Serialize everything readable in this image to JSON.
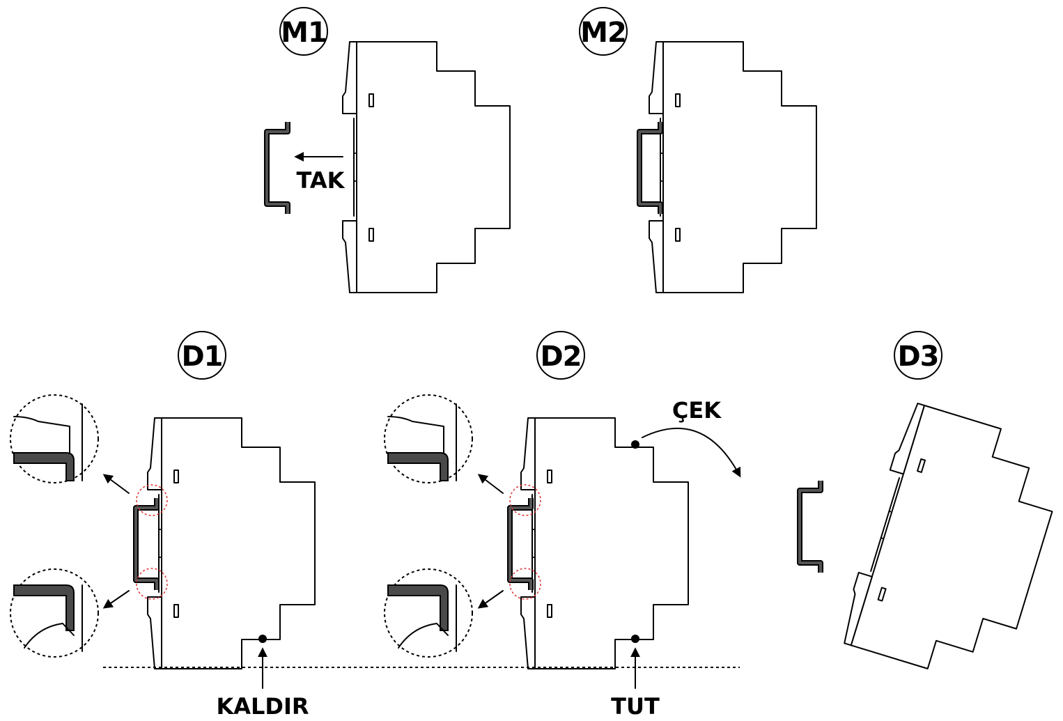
{
  "steps": {
    "m1": {
      "label": "M1",
      "action": "TAK"
    },
    "m2": {
      "label": "M2"
    },
    "d1": {
      "label": "D1",
      "action": "KALDIR"
    },
    "d2": {
      "label": "D2",
      "action_pull": "ÇEK",
      "action_hold": "TUT"
    },
    "d3": {
      "label": "D3"
    }
  },
  "colors": {
    "line": "#000000",
    "rail": "#4a4a4a",
    "highlight": "#dd3333"
  }
}
